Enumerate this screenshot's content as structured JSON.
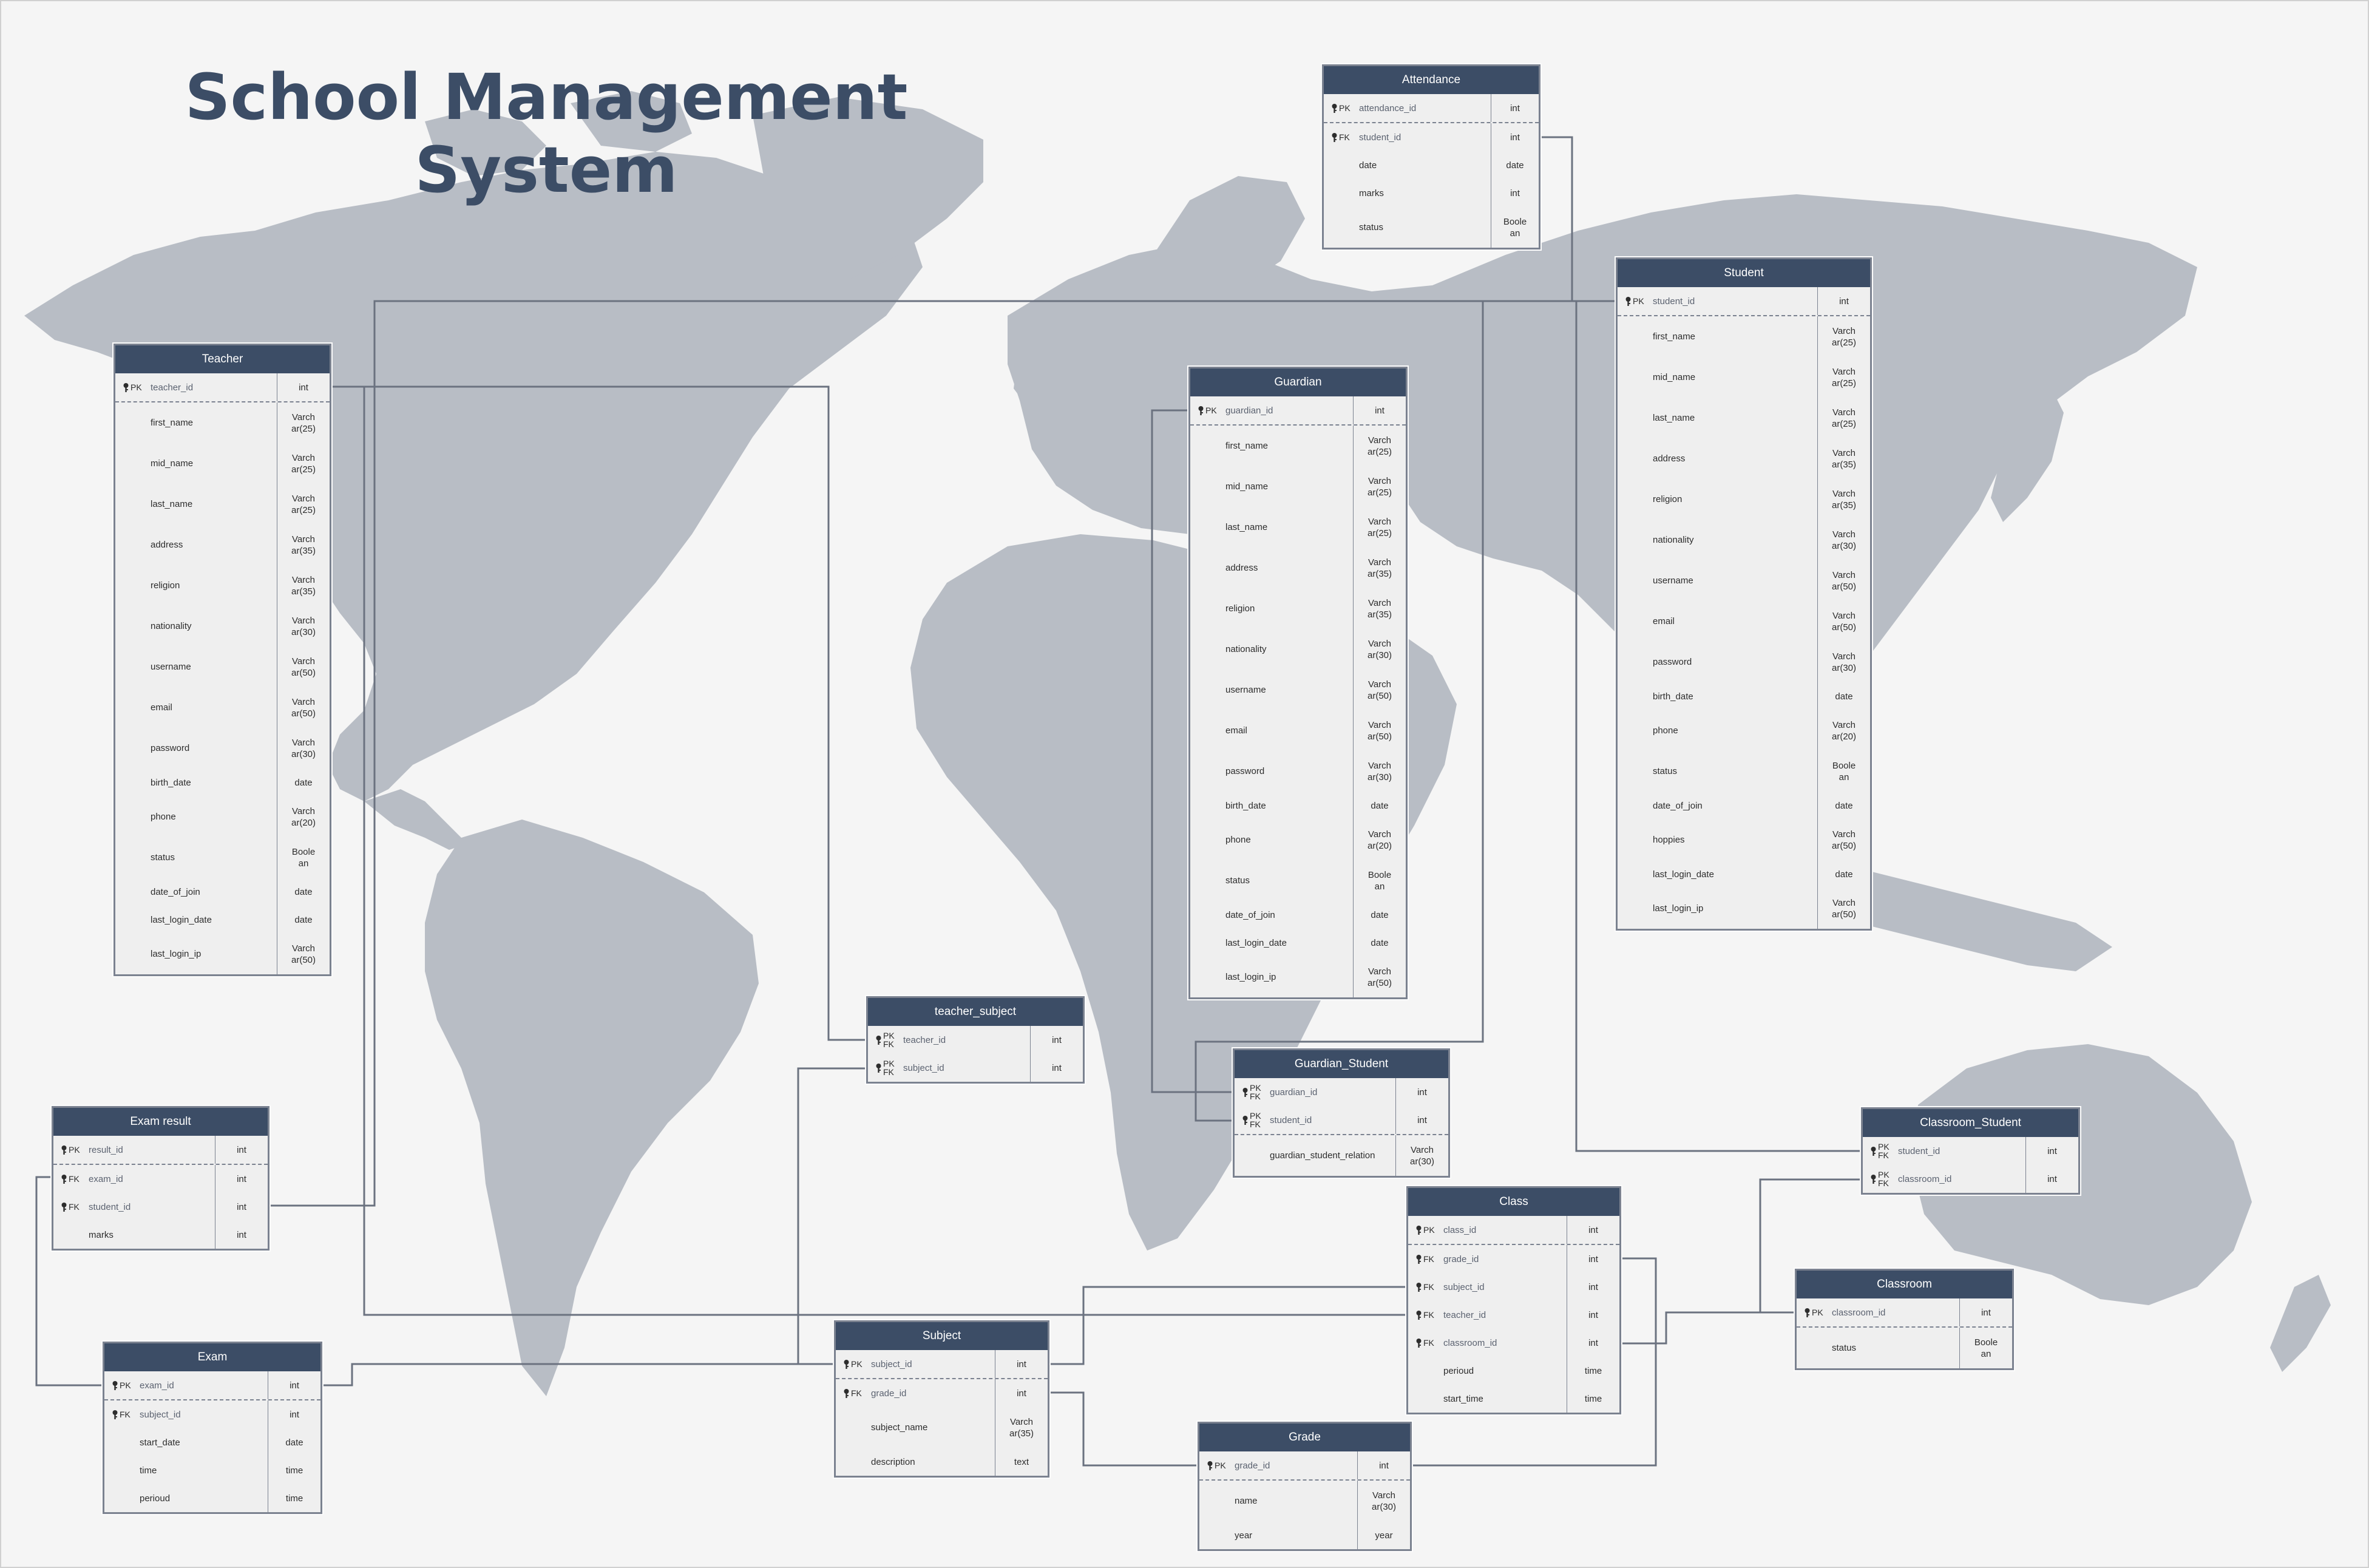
{
  "title": {
    "line1": "School Management",
    "line2": "System"
  },
  "colors": {
    "header": "#3c4d66",
    "map": "#b8bdc5",
    "body": "#efefef",
    "border": "#7b8290",
    "link": "#6b7280"
  },
  "entities": [
    {
      "name": "Attendance",
      "rows": [
        {
          "key": "PK",
          "name": "attendance_id",
          "type": "int",
          "sep": true
        },
        {
          "key": "FK",
          "name": "student_id",
          "type": "int"
        },
        {
          "name": "date",
          "type": "date"
        },
        {
          "name": "marks",
          "type": "int"
        },
        {
          "name": "status",
          "type": "Boole\nan"
        }
      ]
    },
    {
      "name": "Student",
      "rows": [
        {
          "key": "PK",
          "name": "student_id",
          "type": "int",
          "sep": true
        },
        {
          "name": "first_name",
          "type": "Varch\nar(25)"
        },
        {
          "name": "mid_name",
          "type": "Varch\nar(25)"
        },
        {
          "name": "last_name",
          "type": "Varch\nar(25)"
        },
        {
          "name": "address",
          "type": "Varch\nar(35)"
        },
        {
          "name": "religion",
          "type": "Varch\nar(35)"
        },
        {
          "name": "nationality",
          "type": "Varch\nar(30)"
        },
        {
          "name": "username",
          "type": "Varch\nar(50)"
        },
        {
          "name": "email",
          "type": "Varch\nar(50)"
        },
        {
          "name": "password",
          "type": "Varch\nar(30)"
        },
        {
          "name": "birth_date",
          "type": "date"
        },
        {
          "name": "phone",
          "type": "Varch\nar(20)"
        },
        {
          "name": "status",
          "type": "Boole\nan"
        },
        {
          "name": "date_of_join",
          "type": "date"
        },
        {
          "name": "hoppies",
          "type": "Varch\nar(50)"
        },
        {
          "name": "last_login_date",
          "type": "date"
        },
        {
          "name": "last_login_ip",
          "type": "Varch\nar(50)"
        }
      ]
    },
    {
      "name": "Teacher",
      "rows": [
        {
          "key": "PK",
          "name": "teacher_id",
          "type": "int",
          "sep": true
        },
        {
          "name": "first_name",
          "type": "Varch\nar(25)"
        },
        {
          "name": "mid_name",
          "type": "Varch\nar(25)"
        },
        {
          "name": "last_name",
          "type": "Varch\nar(25)"
        },
        {
          "name": "address",
          "type": "Varch\nar(35)"
        },
        {
          "name": "religion",
          "type": "Varch\nar(35)"
        },
        {
          "name": "nationality",
          "type": "Varch\nar(30)"
        },
        {
          "name": "username",
          "type": "Varch\nar(50)"
        },
        {
          "name": "email",
          "type": "Varch\nar(50)"
        },
        {
          "name": "password",
          "type": "Varch\nar(30)"
        },
        {
          "name": "birth_date",
          "type": "date"
        },
        {
          "name": "phone",
          "type": "Varch\nar(20)"
        },
        {
          "name": "status",
          "type": "Boole\nan"
        },
        {
          "name": "date_of_join",
          "type": "date"
        },
        {
          "name": "last_login_date",
          "type": "date"
        },
        {
          "name": "last_login_ip",
          "type": "Varch\nar(50)"
        }
      ]
    },
    {
      "name": "Guardian",
      "rows": [
        {
          "key": "PK",
          "name": "guardian_id",
          "type": "int",
          "sep": true
        },
        {
          "name": "first_name",
          "type": "Varch\nar(25)"
        },
        {
          "name": "mid_name",
          "type": "Varch\nar(25)"
        },
        {
          "name": "last_name",
          "type": "Varch\nar(25)"
        },
        {
          "name": "address",
          "type": "Varch\nar(35)"
        },
        {
          "name": "religion",
          "type": "Varch\nar(35)"
        },
        {
          "name": "nationality",
          "type": "Varch\nar(30)"
        },
        {
          "name": "username",
          "type": "Varch\nar(50)"
        },
        {
          "name": "email",
          "type": "Varch\nar(50)"
        },
        {
          "name": "password",
          "type": "Varch\nar(30)"
        },
        {
          "name": "birth_date",
          "type": "date"
        },
        {
          "name": "phone",
          "type": "Varch\nar(20)"
        },
        {
          "name": "status",
          "type": "Boole\nan"
        },
        {
          "name": "date_of_join",
          "type": "date"
        },
        {
          "name": "last_login_date",
          "type": "date"
        },
        {
          "name": "last_login_ip",
          "type": "Varch\nar(50)"
        }
      ]
    },
    {
      "name": "teacher_subject",
      "rows": [
        {
          "key": "PK\nFK",
          "name": "teacher_id",
          "type": "int"
        },
        {
          "key": "PK\nFK",
          "name": "subject_id",
          "type": "int"
        }
      ]
    },
    {
      "name": "Guardian_Student",
      "rows": [
        {
          "key": "PK\nFK",
          "name": "guardian_id",
          "type": "int"
        },
        {
          "key": "PK\nFK",
          "name": "student_id",
          "type": "int",
          "sep": true
        },
        {
          "name": "guardian_student_relation",
          "type": "Varch\nar(30)"
        }
      ]
    },
    {
      "name": "Classroom_Student",
      "rows": [
        {
          "key": "PK\nFK",
          "name": "student_id",
          "type": "int"
        },
        {
          "key": "PK\nFK",
          "name": "classroom_id",
          "type": "int"
        }
      ]
    },
    {
      "name": "Exam result",
      "rows": [
        {
          "key": "PK",
          "name": "result_id",
          "type": "int",
          "sep": true
        },
        {
          "key": "FK",
          "name": "exam_id",
          "type": "int"
        },
        {
          "key": "FK",
          "name": "student_id",
          "type": "int"
        },
        {
          "name": "marks",
          "type": "int"
        }
      ]
    },
    {
      "name": "Class",
      "rows": [
        {
          "key": "PK",
          "name": "class_id",
          "type": "int",
          "sep": true
        },
        {
          "key": "FK",
          "name": "grade_id",
          "type": "int"
        },
        {
          "key": "FK",
          "name": "subject_id",
          "type": "int"
        },
        {
          "key": "FK",
          "name": "teacher_id",
          "type": "int"
        },
        {
          "key": "FK",
          "name": "classroom_id",
          "type": "int"
        },
        {
          "name": "perioud",
          "type": "time"
        },
        {
          "name": "start_time",
          "type": "time"
        }
      ]
    },
    {
      "name": "Classroom",
      "rows": [
        {
          "key": "PK",
          "name": "classroom_id",
          "type": "int",
          "sep": true
        },
        {
          "name": "status",
          "type": "Boole\nan"
        }
      ]
    },
    {
      "name": "Exam",
      "rows": [
        {
          "key": "PK",
          "name": "exam_id",
          "type": "int",
          "sep": true
        },
        {
          "key": "FK",
          "name": "subject_id",
          "type": "int"
        },
        {
          "name": "start_date",
          "type": "date"
        },
        {
          "name": "time",
          "type": "time"
        },
        {
          "name": "perioud",
          "type": "time"
        }
      ]
    },
    {
      "name": "Subject",
      "rows": [
        {
          "key": "PK",
          "name": "subject_id",
          "type": "int",
          "sep": true
        },
        {
          "key": "FK",
          "name": "grade_id",
          "type": "int"
        },
        {
          "name": "subject_name",
          "type": "Varch\nar(35)"
        },
        {
          "name": "description",
          "type": "text"
        }
      ]
    },
    {
      "name": "Grade",
      "rows": [
        {
          "key": "PK",
          "name": "grade_id",
          "type": "int",
          "sep": true
        },
        {
          "name": "name",
          "type": "Varch\nar(30)"
        },
        {
          "name": "year",
          "type": "year"
        }
      ]
    }
  ]
}
